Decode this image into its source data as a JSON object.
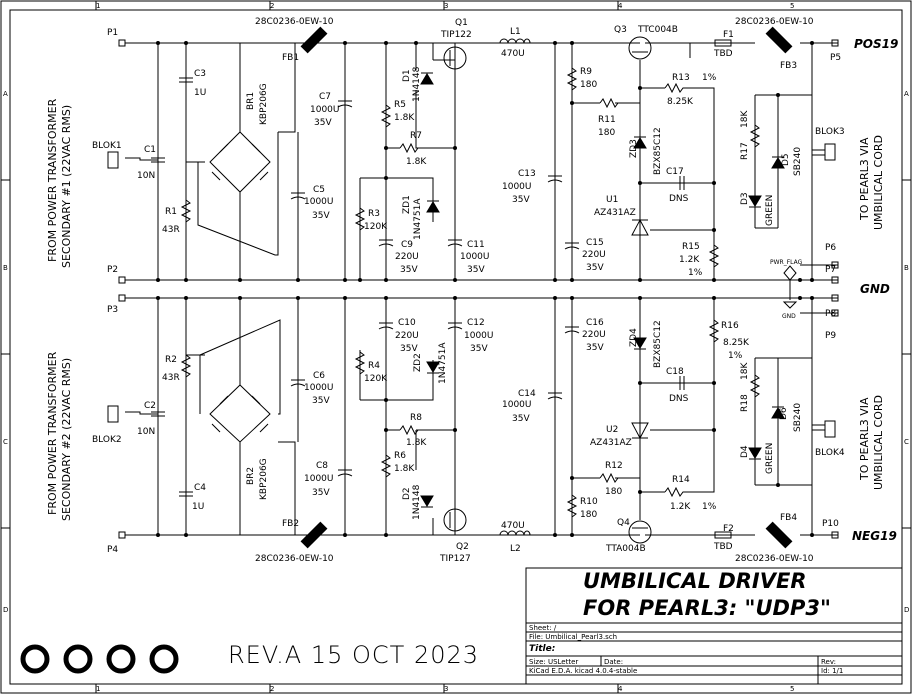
{
  "sheet": {
    "col_labels": [
      "1",
      "2",
      "3",
      "4",
      "5"
    ],
    "row_labels": [
      "A",
      "B",
      "C",
      "D"
    ]
  },
  "title_block": {
    "main_line1": "UMBILICAL DRIVER",
    "main_line2": "FOR PEARL3:  \"UDP3\"",
    "sheet_label": "Sheet: /",
    "file_label": "File: Umbilical_Pearl3.sch",
    "title_label": "Title:",
    "size_label": "Size: USLetter",
    "date_label": "Date:",
    "rev_label": "Rev:",
    "kicad_label": "KiCad E.D.A.  kicad 4.0.4-stable",
    "id_label": "Id: 1/1",
    "revision_note": "REV.A  15 OCT 2023"
  },
  "side_notes": {
    "left_top_1": "FROM POWER TRANSFORMER",
    "left_top_2": "SECONDARY #1 (22VAC RMS)",
    "left_bot_1": "FROM POWER TRANSFORMER",
    "left_bot_2": "SECONDARY #2 (22VAC RMS)",
    "right_top_1": "TO PEARL3 VIA",
    "right_top_2": "UMBILICAL CORD",
    "right_bot_1": "TO PEARL3 VIA",
    "right_bot_2": "UMBILICAL CORD"
  },
  "nets": {
    "pos": "POS19",
    "gnd": "GND",
    "neg": "NEG19",
    "pwr_flag": "PWR_FLAG",
    "gnd_sym": "GND"
  },
  "labels": [
    {
      "t": "P1"
    },
    {
      "t": "P2"
    },
    {
      "t": "P3"
    },
    {
      "t": "P4"
    },
    {
      "t": "P5"
    },
    {
      "t": "P6"
    },
    {
      "t": "P7"
    },
    {
      "t": "P8"
    },
    {
      "t": "P9"
    },
    {
      "t": "P10"
    },
    {
      "t": "BLOK1"
    },
    {
      "t": "BLOK2"
    },
    {
      "t": "BLOK3"
    },
    {
      "t": "BLOK4"
    },
    {
      "t": "C1"
    },
    {
      "t": "10N"
    },
    {
      "t": "C2"
    },
    {
      "t": "10N"
    },
    {
      "t": "C3"
    },
    {
      "t": "1U"
    },
    {
      "t": "C4"
    },
    {
      "t": "1U"
    },
    {
      "t": "R1"
    },
    {
      "t": "43R"
    },
    {
      "t": "R2"
    },
    {
      "t": "43R"
    },
    {
      "t": "BR1"
    },
    {
      "t": "KBP206G"
    },
    {
      "t": "BR2"
    },
    {
      "t": "KBP206G"
    },
    {
      "t": "FB1"
    },
    {
      "t": "FB2"
    },
    {
      "t": "FB3"
    },
    {
      "t": "FB4"
    },
    {
      "t": "28C0236-0EW-10"
    },
    {
      "t": "28C0236-0EW-10"
    },
    {
      "t": "28C0236-0EW-10"
    },
    {
      "t": "28C0236-0EW-10"
    },
    {
      "t": "C5"
    },
    {
      "t": "1000U"
    },
    {
      "t": "35V"
    },
    {
      "t": "C6"
    },
    {
      "t": "1000U"
    },
    {
      "t": "35V"
    },
    {
      "t": "C7"
    },
    {
      "t": "1000U"
    },
    {
      "t": "35V"
    },
    {
      "t": "C8"
    },
    {
      "t": "1000U"
    },
    {
      "t": "35V"
    },
    {
      "t": "R3"
    },
    {
      "t": "120K"
    },
    {
      "t": "R4"
    },
    {
      "t": "120K"
    },
    {
      "t": "R5"
    },
    {
      "t": "1.8K"
    },
    {
      "t": "R6"
    },
    {
      "t": "1.8K"
    },
    {
      "t": "R7"
    },
    {
      "t": "1.8K"
    },
    {
      "t": "R8"
    },
    {
      "t": "1.8K"
    },
    {
      "t": "D1"
    },
    {
      "t": "1N4148"
    },
    {
      "t": "D2"
    },
    {
      "t": "1N4148"
    },
    {
      "t": "ZD1"
    },
    {
      "t": "1N4751A"
    },
    {
      "t": "ZD2"
    },
    {
      "t": "1N4751A"
    },
    {
      "t": "C9"
    },
    {
      "t": "220U"
    },
    {
      "t": "35V"
    },
    {
      "t": "C10"
    },
    {
      "t": "220U"
    },
    {
      "t": "35V"
    },
    {
      "t": "C11"
    },
    {
      "t": "1000U"
    },
    {
      "t": "35V"
    },
    {
      "t": "C12"
    },
    {
      "t": "1000U"
    },
    {
      "t": "35V"
    },
    {
      "t": "Q1"
    },
    {
      "t": "TIP122"
    },
    {
      "t": "Q2"
    },
    {
      "t": "TIP127"
    },
    {
      "t": "L1"
    },
    {
      "t": "470U"
    },
    {
      "t": "L2"
    },
    {
      "t": "470U"
    },
    {
      "t": "C13"
    },
    {
      "t": "1000U"
    },
    {
      "t": "35V"
    },
    {
      "t": "C14"
    },
    {
      "t": "1000U"
    },
    {
      "t": "35V"
    },
    {
      "t": "R9"
    },
    {
      "t": "180"
    },
    {
      "t": "R10"
    },
    {
      "t": "180"
    },
    {
      "t": "R11"
    },
    {
      "t": "180"
    },
    {
      "t": "R12"
    },
    {
      "t": "180"
    },
    {
      "t": "C15"
    },
    {
      "t": "220U"
    },
    {
      "t": "35V"
    },
    {
      "t": "C16"
    },
    {
      "t": "220U"
    },
    {
      "t": "35V"
    },
    {
      "t": "Q3"
    },
    {
      "t": "TTC004B"
    },
    {
      "t": "Q4"
    },
    {
      "t": "TTA004B"
    },
    {
      "t": "ZD3"
    },
    {
      "t": "BZX85C12"
    },
    {
      "t": "ZD4"
    },
    {
      "t": "BZX85C12"
    },
    {
      "t": "R13"
    },
    {
      "t": "1%"
    },
    {
      "t": "8.25K"
    },
    {
      "t": "R14"
    },
    {
      "t": "1.2K"
    },
    {
      "t": "1%"
    },
    {
      "t": "R15"
    },
    {
      "t": "1.2K"
    },
    {
      "t": "1%"
    },
    {
      "t": "R16"
    },
    {
      "t": "8.25K"
    },
    {
      "t": "1%"
    },
    {
      "t": "C17"
    },
    {
      "t": "DNS"
    },
    {
      "t": "C18"
    },
    {
      "t": "DNS"
    },
    {
      "t": "U1"
    },
    {
      "t": "AZ431AZ"
    },
    {
      "t": "U2"
    },
    {
      "t": "AZ431AZ"
    },
    {
      "t": "F1"
    },
    {
      "t": "TBD"
    },
    {
      "t": "F2"
    },
    {
      "t": "TBD"
    },
    {
      "t": "R17"
    },
    {
      "t": "18K"
    },
    {
      "t": "R18"
    },
    {
      "t": "18K"
    },
    {
      "t": "D3"
    },
    {
      "t": "GREEN"
    },
    {
      "t": "D4"
    },
    {
      "t": "GREEN"
    },
    {
      "t": "D5"
    },
    {
      "t": "SB240"
    },
    {
      "t": "D6"
    },
    {
      "t": "SB240"
    }
  ]
}
